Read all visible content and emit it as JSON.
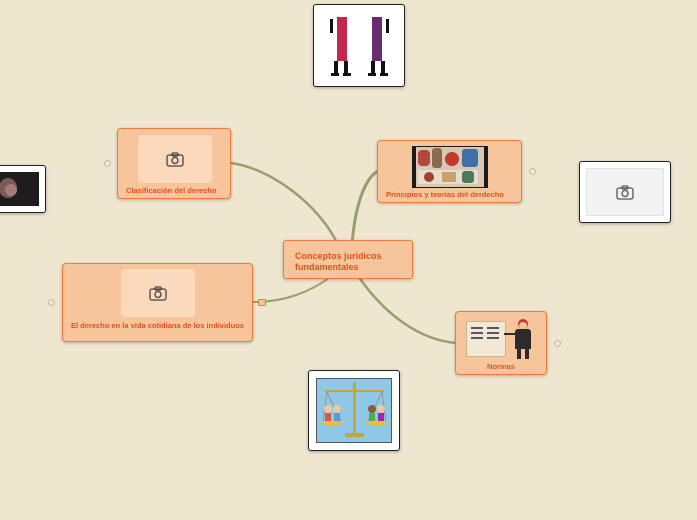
{
  "map": {
    "central": {
      "label": "Conceptos jurídicos fundamentales"
    },
    "topics": [
      {
        "label": "Clasificación del derecho",
        "image": "camera-icon"
      },
      {
        "label": "Principios y teorías del derdecho",
        "image": "mural-picture"
      },
      {
        "label": "El derecho en la vida cotidiana de los individuos",
        "image": "camera-icon"
      },
      {
        "label": "Normas",
        "image": "teacher-at-whiteboard-picture"
      }
    ],
    "floating_images": [
      {
        "image": "politica-religion-figures"
      },
      {
        "image": "dark-photo-cropped"
      },
      {
        "image": "camera-icon"
      },
      {
        "image": "scales-of-justice-children"
      }
    ]
  },
  "colors": {
    "background": "#efe6d0",
    "node_fill": "#f6c59b",
    "node_border": "#f07a3a",
    "node_text": "#e2511c",
    "branch": "#97a06c"
  }
}
